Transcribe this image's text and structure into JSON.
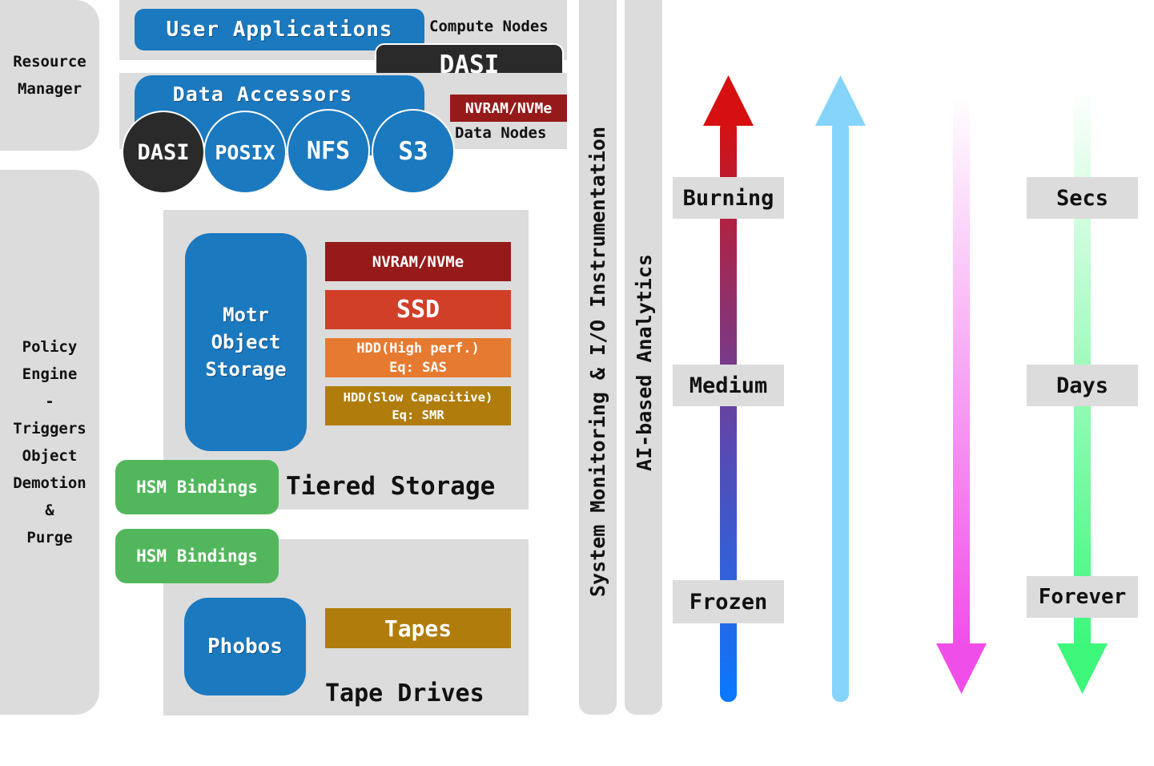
{
  "left_column": {
    "resource_manager": [
      "Resource",
      "Manager"
    ],
    "policy_engine": [
      "Policy",
      "Engine",
      "-",
      "Triggers",
      "Object",
      "Demotion",
      "&",
      "Purge"
    ]
  },
  "compute": {
    "user_applications": "User Applications",
    "label": "Compute Nodes",
    "dasi": "DASI"
  },
  "data_nodes": {
    "data_accessors": "Data Accessors",
    "accessors": [
      "DASI",
      "POSIX",
      "NFS",
      "S3"
    ],
    "nvram": "NVRAM/NVMe",
    "label": "Data Nodes"
  },
  "tiered_storage": {
    "motr": [
      "Motr",
      "Object",
      "Storage"
    ],
    "tiers": {
      "nvram": "NVRAM/NVMe",
      "ssd": "SSD",
      "hdd_high": [
        "HDD(High perf.)",
        "Eq: SAS"
      ],
      "hdd_slow": [
        "HDD(Slow Capacitive)",
        "Eq: SMR"
      ]
    },
    "hsm": "HSM Bindings",
    "label": "Tiered Storage"
  },
  "tape": {
    "hsm": "HSM Bindings",
    "phobos": "Phobos",
    "tapes": "Tapes",
    "label": "Tape Drives"
  },
  "vertical_bars": {
    "monitoring": "System Monitoring & I/O Instrumentation",
    "analytics": "AI-based Analytics"
  },
  "temperature": {
    "top": "Burning",
    "mid": "Medium",
    "bottom": "Frozen"
  },
  "time": {
    "top": "Secs",
    "mid": "Days",
    "bottom": "Forever"
  },
  "colors": {
    "blue": "#1b79bf",
    "green": "#52b75c",
    "nvram_red": "#961a1a",
    "ssd_red": "#d13f29",
    "hdd_orange": "#e67a30",
    "hdd_gold": "#b07d0c",
    "tape_gold": "#b07d0c",
    "dark": "#2a2a2a",
    "grey": "#dcdcdc"
  }
}
